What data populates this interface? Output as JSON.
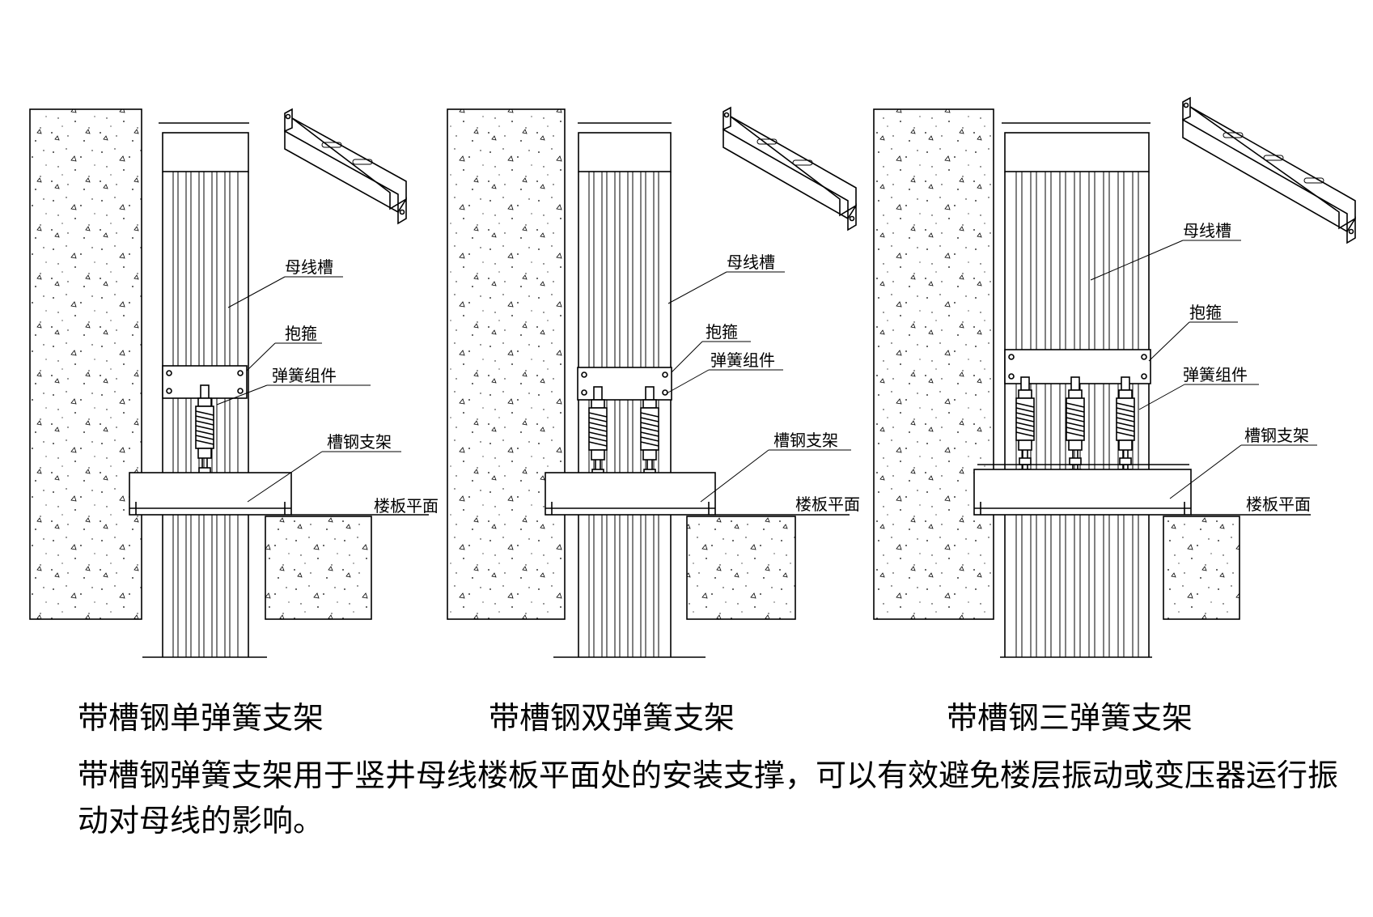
{
  "labels": {
    "busway": "母线槽",
    "clamp": "抱箍",
    "spring": "弹簧组件",
    "channel": "槽钢支架",
    "floor_a": "楼板平面",
    "floor_b": "楼板平面"
  },
  "captions": {
    "single": "带槽钢单弹簧支架",
    "double": "带槽钢双弹簧支架",
    "triple": "带槽钢三弹簧支架"
  },
  "description": "带槽钢弹簧支架用于竖井母线楼板平面处的安装支撑，可以有效避免楼层振动或变压器运行振动对母线的影响。",
  "panels": [
    {
      "id": "single",
      "springs": 1
    },
    {
      "id": "double",
      "springs": 2
    },
    {
      "id": "triple",
      "springs": 3
    }
  ]
}
